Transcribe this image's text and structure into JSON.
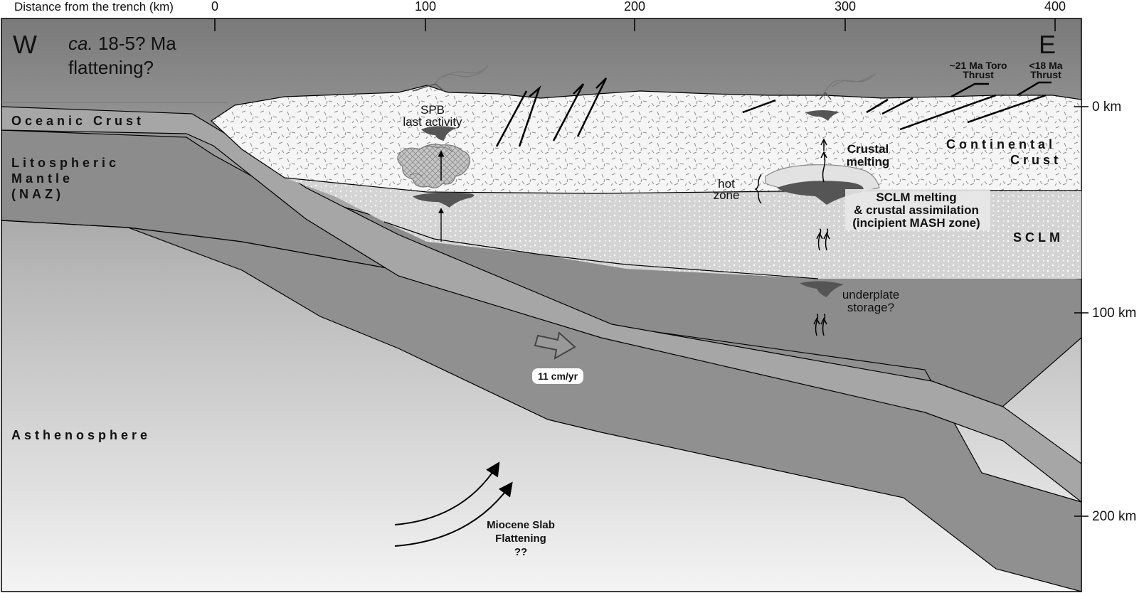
{
  "axis": {
    "label": "Distance from the trench (km)",
    "ticks_top": [
      "0",
      "100",
      "200",
      "300",
      "400"
    ],
    "ticks_right": [
      "0 km",
      "100 km",
      "200 km"
    ]
  },
  "header": {
    "west": "W",
    "east": "E",
    "title_italic": "ca.",
    "title_rest": "18-5? Ma",
    "title_line2": "flattening?"
  },
  "thrusts": {
    "toro_line1": "~21 Ma Toro",
    "toro_line2": "Thrust",
    "young_line1": "<18 Ma",
    "young_line2": "Thrust"
  },
  "layers": {
    "oceanic_crust": "Oceanic Crust",
    "lito_line1": "Litospheric",
    "lito_line2": "Mantle",
    "lito_line3": "(NAZ)",
    "asthenosphere": "Asthenosphere",
    "continental_line1": "Continental",
    "continental_line2": "Crust",
    "sclm": "SCLM"
  },
  "labels": {
    "spb_line1": "SPB",
    "spb_line2": "last activity",
    "crustal_line1": "Crustal",
    "crustal_line2": "melting",
    "hot_line1": "hot",
    "hot_line2": "zone",
    "sclm_melt_line1": "SCLM melting",
    "sclm_melt_line2": "& crustal assimilation",
    "sclm_melt_line3": "(incipient MASH zone)",
    "underplate_line1": "underplate",
    "underplate_line2": "storage?",
    "rate": "11 cm/yr",
    "miocene_line1": "Miocene Slab",
    "miocene_line2": "Flattening",
    "miocene_line3": "??"
  },
  "colors": {
    "continental_crust": "#f4f4f4",
    "sclm": "#d6d6d6",
    "oceanic_crust": "#a8a8a8",
    "slab_mantle": "#8e8e8e",
    "magma": "#5a5a5a"
  }
}
